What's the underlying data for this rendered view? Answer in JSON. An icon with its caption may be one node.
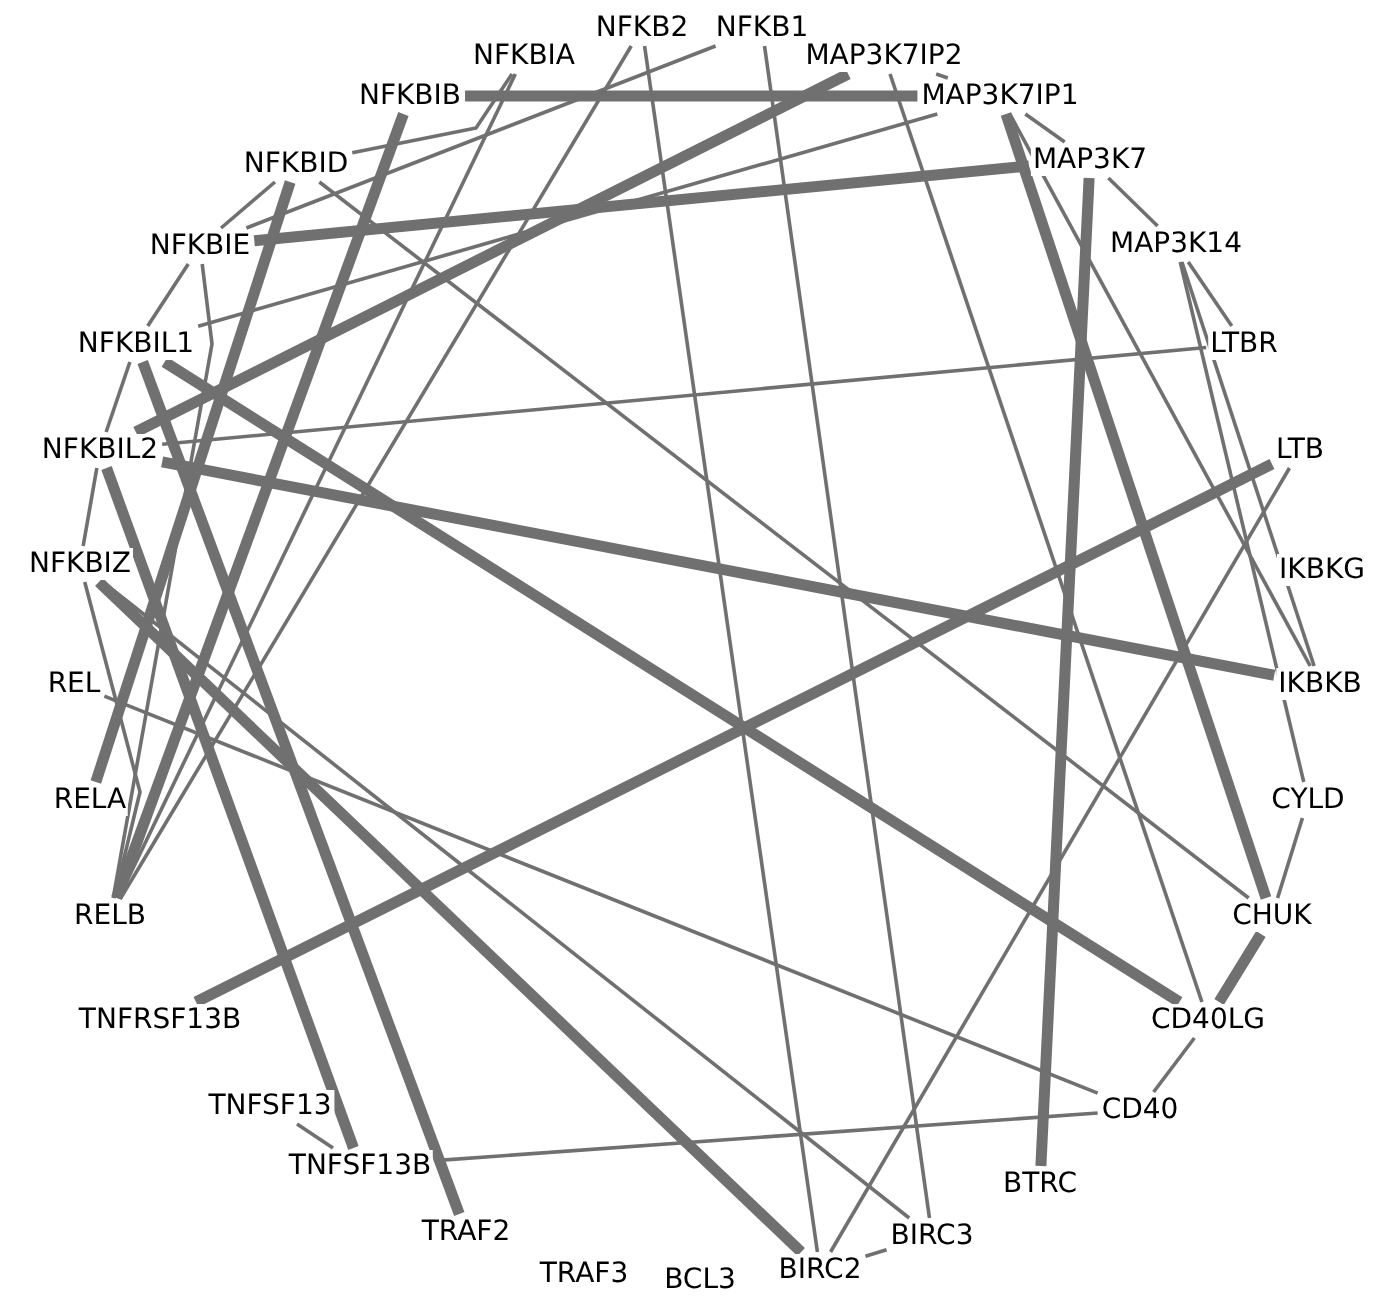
{
  "diagram": {
    "nodes": [
      {
        "text": [
          "NFKBIA"
        ]
      },
      {
        "text": [
          "NFKB2"
        ]
      },
      {
        "text": [
          "NFKB1"
        ]
      },
      {
        "text": [
          "MAP3K7IP2"
        ]
      },
      {
        "text": [
          "MAP3K7IP1"
        ]
      },
      {
        "text": [
          "MAP3K7"
        ]
      },
      {
        "text": [
          "MAP3K14"
        ]
      },
      {
        "text": [
          "LTBR"
        ]
      },
      {
        "text": [
          "LTB"
        ]
      },
      {
        "text": [
          "IKBKG"
        ]
      },
      {
        "text": [
          "IKBKB"
        ]
      },
      {
        "text": [
          "CYLD"
        ]
      },
      {
        "text": [
          "CHUK"
        ]
      },
      {
        "text": [
          "CD40LG"
        ]
      },
      {
        "text": [
          "CD40"
        ]
      },
      {
        "text": [
          "BTRC"
        ]
      },
      {
        "text": [
          "BIRC3"
        ]
      },
      {
        "text": [
          "BIRC2"
        ]
      },
      {
        "text": [
          "BCL3"
        ]
      },
      {
        "text": [
          "TRAF3"
        ]
      },
      {
        "text": [
          "TRAF2"
        ]
      },
      {
        "text": [
          "TNFSF13B"
        ]
      },
      {
        "text": [
          "TNFSF13"
        ]
      },
      {
        "text": [
          "TNFRSF13B"
        ]
      },
      {
        "text": [
          "RELB"
        ]
      },
      {
        "text": [
          "RELA"
        ]
      },
      {
        "text": [
          "REL"
        ]
      },
      {
        "text": [
          "NFKBIZ"
        ]
      },
      {
        "text": [
          "NFKBIL2"
        ]
      },
      {
        "text": [
          "NFKBIL1"
        ]
      },
      {
        "text": [
          "NFKBIE"
        ]
      },
      {
        "text": [
          "NFKBID"
        ]
      },
      {
        "text": [
          "NFKBIB"
        ]
      }
    ],
    "edges": [
      {
        "from": 32,
        "to": 4,
        "arrow": "none",
        "style": "thick"
      },
      {
        "from": 30,
        "to": 5,
        "arrow": "none",
        "style": "thick"
      },
      {
        "from": 29,
        "to": 4,
        "arrow": "none"
      },
      {
        "from": 28,
        "to": 3,
        "arrow": "none",
        "style": "thick"
      },
      {
        "from": 28,
        "to": 7,
        "arrow": "none"
      },
      {
        "from": 28,
        "to": 10,
        "arrow": "none",
        "style": "thick"
      },
      {
        "from": 29,
        "to": 13,
        "arrow": "none",
        "style": "thick"
      },
      {
        "from": 31,
        "to": 25,
        "arrow": "none",
        "style": "thick"
      },
      {
        "from": 32,
        "to": 24,
        "arrow": "none",
        "style": "thick"
      },
      {
        "from": 30,
        "to": 29,
        "arrow": "none"
      },
      {
        "from": 29,
        "to": 28,
        "arrow": "none"
      },
      {
        "from": 28,
        "to": 27,
        "arrow": "none"
      },
      {
        "from": 28,
        "to": 21,
        "arrow": "none",
        "style": "thick"
      },
      {
        "from": 29,
        "to": 20,
        "arrow": "none",
        "style": "thick"
      },
      {
        "from": 27,
        "to": 17,
        "arrow": "none",
        "style": "thick"
      },
      {
        "from": 27,
        "to": 16,
        "arrow": "none"
      },
      {
        "from": 26,
        "to": 14,
        "arrow": "none"
      },
      {
        "from": 23,
        "to": 8,
        "arrow": "none",
        "style": "thick"
      },
      {
        "from": 22,
        "to": 21,
        "arrow": "none"
      },
      {
        "from": 21,
        "to": 14,
        "arrow": "none"
      },
      {
        "from": 15,
        "to": 5,
        "arrow": "none",
        "style": "thick"
      },
      {
        "from": 4,
        "to": 12,
        "arrow": "none",
        "style": "thick"
      },
      {
        "from": 4,
        "to": 10,
        "arrow": "none"
      },
      {
        "from": 3,
        "to": 4,
        "arrow": "none"
      },
      {
        "from": 4,
        "to": 5,
        "arrow": "none"
      },
      {
        "from": 5,
        "to": 6,
        "arrow": "none"
      },
      {
        "from": 6,
        "to": 7,
        "arrow": "none"
      },
      {
        "from": 12,
        "to": 13,
        "arrow": "none",
        "style": "thick"
      },
      {
        "from": 6,
        "to": 11,
        "arrow": "none"
      },
      {
        "from": 6,
        "to": 10,
        "arrow": "none"
      },
      {
        "from": 8,
        "to": 17,
        "arrow": "none"
      },
      {
        "from": 11,
        "to": 12,
        "arrow": "none"
      },
      {
        "from": 13,
        "to": 14,
        "arrow": "none"
      },
      {
        "from": 31,
        "to": 12,
        "arrow": "none"
      },
      {
        "from": 2,
        "to": 16,
        "arrow": "none"
      },
      {
        "from": 1,
        "to": 17,
        "arrow": "none"
      },
      {
        "from": 3,
        "to": 13,
        "arrow": "none"
      },
      {
        "from": 30,
        "to": 2,
        "arrow": "none"
      },
      {
        "from": 0,
        "to": 31,
        "arrow": "none"
      },
      {
        "from": 31,
        "to": 30,
        "arrow": "none"
      },
      {
        "from": 17,
        "to": 16,
        "arrow": "none"
      },
      {
        "from": 0,
        "to": 24,
        "arrow": "none"
      },
      {
        "from": 1,
        "to": 24,
        "arrow": "none"
      },
      {
        "from": 27,
        "to": 24,
        "arrow": "none"
      },
      {
        "from": 30,
        "to": 24,
        "arrow": "none"
      }
    ]
  }
}
